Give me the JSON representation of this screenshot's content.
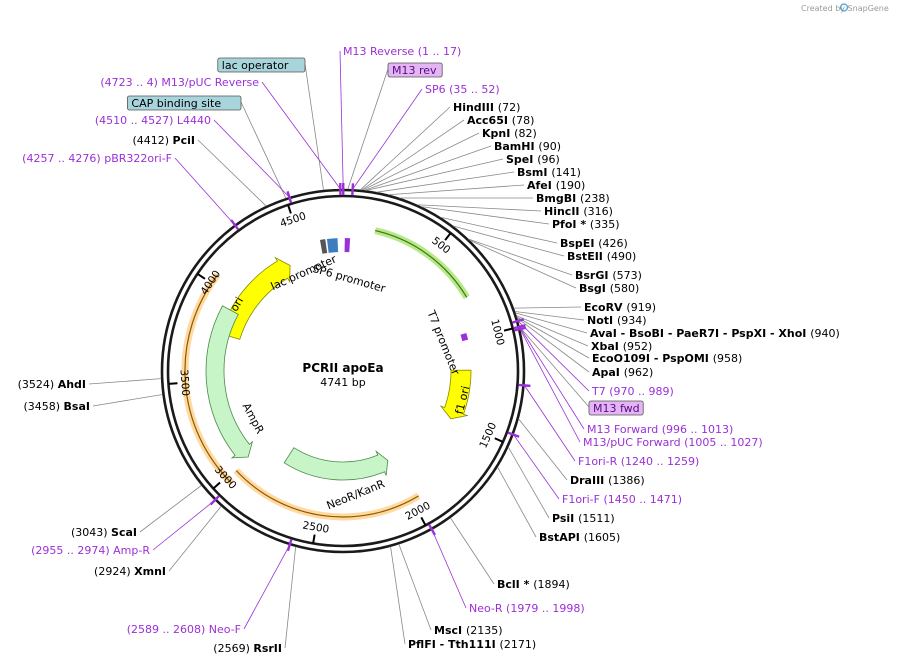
{
  "credit": "Created by SnapGene",
  "plasmid": {
    "name": "PCRII apoEa",
    "size": "4741 bp"
  },
  "colors": {
    "primer": "#9b30d6",
    "ori": "#ffff00",
    "f1_ori": "#ffff00",
    "ampr": "#c8f5c8",
    "neor": "#c8f5c8",
    "backbone_arc": "#ffd9a0",
    "promoter_arc": "#b8e88a",
    "lac_operator": "#a8d5dc",
    "m13_box": "#e3b5f2"
  },
  "ticks": [
    "500",
    "1000",
    "1500",
    "2000",
    "2500",
    "3000",
    "3500",
    "4000",
    "4500"
  ],
  "features": [
    {
      "label": "ori"
    },
    {
      "label": "f1 ori"
    },
    {
      "label": "AmpR"
    },
    {
      "label": "NeoR/KanR"
    },
    {
      "label": "lac promoter"
    },
    {
      "label": "SP6 promoter"
    },
    {
      "label": "T7 promoter"
    }
  ],
  "labels": [
    {
      "kind": "primer",
      "text": "M13 Reverse",
      "pos": "(1 .. 17)"
    },
    {
      "kind": "box",
      "text": "lac operator"
    },
    {
      "kind": "box",
      "text": "M13 rev"
    },
    {
      "kind": "primer",
      "text": "M13/pUC Reverse",
      "pos": "(4723 .. 4)"
    },
    {
      "kind": "primer",
      "text": "SP6",
      "pos": "(35 .. 52)"
    },
    {
      "kind": "box",
      "text": "CAP binding site"
    },
    {
      "kind": "enzyme",
      "text": "HindIII",
      "pos": "(72)"
    },
    {
      "kind": "primer",
      "text": "L4440",
      "pos": "(4510 .. 4527)"
    },
    {
      "kind": "enzyme",
      "text": "Acc65I",
      "pos": "(78)"
    },
    {
      "kind": "enzyme",
      "text": "KpnI",
      "pos": "(82)"
    },
    {
      "kind": "enzyme",
      "text": "PciI",
      "pos": "(4412)"
    },
    {
      "kind": "enzyme",
      "text": "BamHI",
      "pos": "(90)"
    },
    {
      "kind": "primer",
      "text": "pBR322ori-F",
      "pos": "(4257 .. 4276)"
    },
    {
      "kind": "enzyme",
      "text": "SpeI",
      "pos": "(96)"
    },
    {
      "kind": "enzyme",
      "text": "BsmI",
      "pos": "(141)"
    },
    {
      "kind": "enzyme",
      "text": "AfeI",
      "pos": "(190)"
    },
    {
      "kind": "enzyme",
      "text": "BmgBI",
      "pos": "(238)"
    },
    {
      "kind": "enzyme",
      "text": "HincII",
      "pos": "(316)"
    },
    {
      "kind": "enzyme",
      "text": "PfoI *",
      "pos": "(335)"
    },
    {
      "kind": "enzyme",
      "text": "BspEI",
      "pos": "(426)"
    },
    {
      "kind": "enzyme",
      "text": "BstEII",
      "pos": "(490)"
    },
    {
      "kind": "enzyme",
      "text": "BsrGI",
      "pos": "(573)"
    },
    {
      "kind": "enzyme",
      "text": "BsgI",
      "pos": "(580)"
    },
    {
      "kind": "enzyme",
      "text": "EcoRV",
      "pos": "(919)"
    },
    {
      "kind": "enzyme",
      "text": "NotI",
      "pos": "(934)"
    },
    {
      "kind": "enzyme",
      "text": "AvaI  - BsoBI  - PaeR7I  - PspXI  - XhoI",
      "pos": "(940)"
    },
    {
      "kind": "enzyme",
      "text": "XbaI",
      "pos": "(952)"
    },
    {
      "kind": "enzyme",
      "text": "EcoO109I  - PspOMI",
      "pos": "(958)"
    },
    {
      "kind": "enzyme",
      "text": "ApaI",
      "pos": "(962)"
    },
    {
      "kind": "primer",
      "text": "T7",
      "pos": "(970 .. 989)"
    },
    {
      "kind": "box",
      "text": "M13 fwd"
    },
    {
      "kind": "primer",
      "text": "M13 Forward",
      "pos": "(996 .. 1013)"
    },
    {
      "kind": "primer",
      "text": "M13/pUC Forward",
      "pos": "(1005 .. 1027)"
    },
    {
      "kind": "primer",
      "text": "F1ori-R",
      "pos": "(1240 .. 1259)"
    },
    {
      "kind": "enzyme",
      "text": "DraIII",
      "pos": "(1386)"
    },
    {
      "kind": "primer",
      "text": "F1ori-F",
      "pos": "(1450 .. 1471)"
    },
    {
      "kind": "enzyme",
      "text": "PsiI",
      "pos": "(1511)"
    },
    {
      "kind": "enzyme",
      "text": "BstAPI",
      "pos": "(1605)"
    },
    {
      "kind": "enzyme",
      "text": "BclI *",
      "pos": "(1894)"
    },
    {
      "kind": "primer",
      "text": "Neo-R",
      "pos": "(1979 .. 1998)"
    },
    {
      "kind": "enzyme",
      "text": "MscI",
      "pos": "(2135)"
    },
    {
      "kind": "enzyme",
      "text": "PflFI  - Tth111I",
      "pos": "(2171)"
    },
    {
      "kind": "enzyme",
      "text": "RsrII",
      "pos": "(2569)"
    },
    {
      "kind": "primer",
      "text": "Neo-F",
      "pos": "(2589 .. 2608)"
    },
    {
      "kind": "enzyme",
      "text": "XmnI",
      "pos": "(2924)"
    },
    {
      "kind": "primer",
      "text": "Amp-R",
      "pos": "(2955 .. 2974)"
    },
    {
      "kind": "enzyme",
      "text": "ScaI",
      "pos": "(3043)"
    },
    {
      "kind": "enzyme",
      "text": "BsaI",
      "pos": "(3458)"
    },
    {
      "kind": "enzyme",
      "text": "AhdI",
      "pos": "(3524)"
    }
  ]
}
